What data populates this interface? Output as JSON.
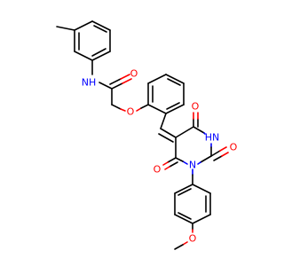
{
  "colors": {
    "carbon_bond": "#000000",
    "oxygen": "#ff0000",
    "nitrogen": "#0000ff",
    "background": "#ffffff"
  },
  "atoms": {
    "amide_nh": "NH",
    "amide_o": "O",
    "ether_o": "O",
    "ring_o_top": "O",
    "ring_nh": "HN",
    "ring_o_right": "O",
    "ring_o_left": "O",
    "ring_n": "N",
    "methoxy_o": "O"
  }
}
